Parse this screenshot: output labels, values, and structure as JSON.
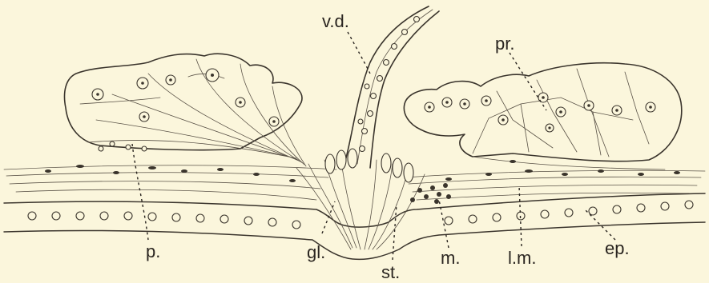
{
  "figure": {
    "labels": {
      "vd": "v.d.",
      "pr": "pr.",
      "p": "p.",
      "gl": "gl.",
      "st": "st.",
      "m": "m.",
      "lm": "l.m.",
      "ep": "ep."
    },
    "colors": {
      "paper": "#fbf6dc",
      "ink": "#3a342c"
    }
  }
}
